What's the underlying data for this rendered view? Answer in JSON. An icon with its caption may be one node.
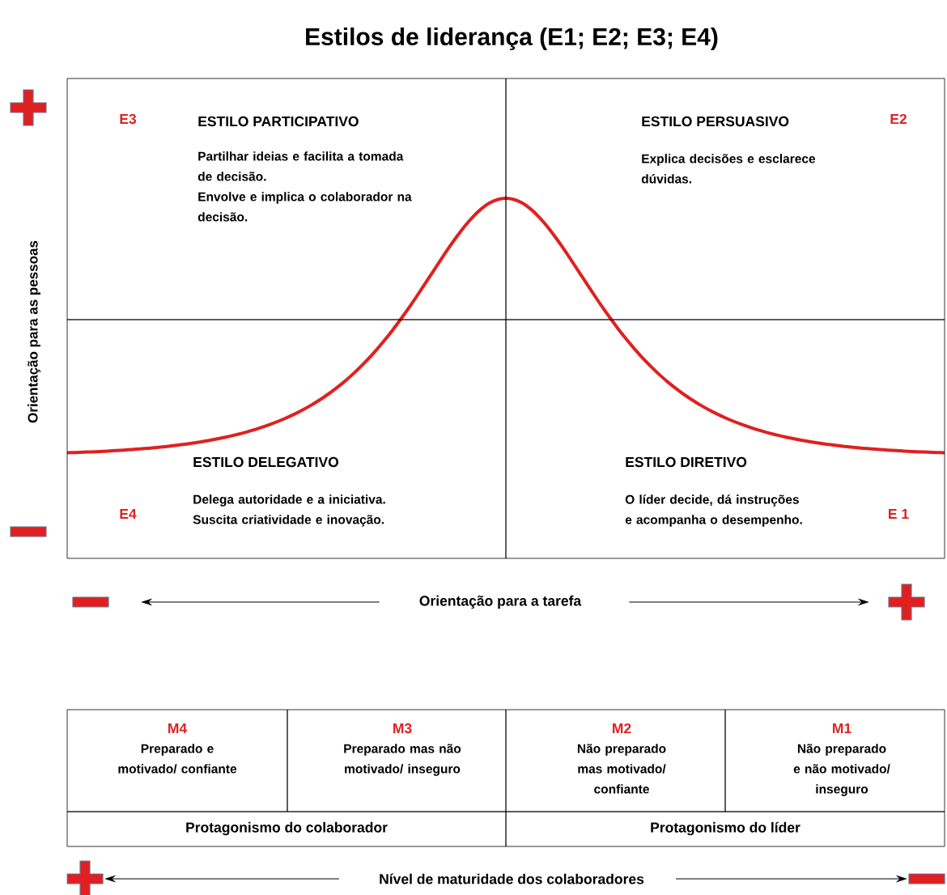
{
  "diagram": {
    "title": "Estilos de liderança (E1; E2; E3; E4)",
    "nodes": [
      {
        "text": [
          "E3",
          "ESTILO PARTICIPATIVO",
          "Partilhar ideias e facilita a tomada de decisão.",
          "Envolve e implica o colaborador na decisão."
        ]
      },
      {
        "text": [
          "ESTILO PERSUASIVO",
          "E2",
          "Explica decisões e esclarece dúvidas."
        ]
      },
      {
        "text": [
          "ESTILO DELEGATIVO",
          "E4",
          "Delega autoridade e a iniciativa.",
          "Suscita criatividade e inovação."
        ]
      },
      {
        "text": [
          "ESTILO DIRETIVO",
          "O líder decide, dá instruções e acompanha o desempenho.",
          "E 1"
        ]
      },
      {
        "text": [
          "M4",
          "Preparado e motivado/ confiante"
        ]
      },
      {
        "text": [
          "M3",
          "Preparado mas não motivado/ inseguro"
        ]
      },
      {
        "text": [
          "M2",
          "Não preparado mas motivado/ confiante"
        ]
      },
      {
        "text": [
          "M1",
          "Não preparado e não motivado/ inseguro"
        ]
      },
      {
        "text": [
          "Protagonismo do colaborador"
        ]
      },
      {
        "text": [
          "Protagonismo do líder"
        ]
      },
      {
        "text": [],
        "shape": "minus"
      },
      {
        "text": [
          "Orientação para a tarefa"
        ]
      },
      {
        "text": [],
        "shape": "cross"
      },
      {
        "text": [],
        "shape": "cross"
      },
      {
        "text": [
          "Nível de maturidade dos colaboradores"
        ]
      },
      {
        "text": [],
        "shape": "minus"
      },
      {
        "text": [],
        "shape": "cross"
      },
      {
        "text": [],
        "shape": "minus"
      }
    ],
    "edges": [
      {
        "from": 11,
        "to": 10,
        "arrow": "to"
      },
      {
        "from": 11,
        "to": 12,
        "arrow": "to"
      },
      {
        "from": 14,
        "to": 13,
        "arrow": "to"
      },
      {
        "from": 14,
        "to": 15,
        "arrow": "to"
      }
    ],
    "labels": [
      "Orientação para as pessoas"
    ]
  }
}
